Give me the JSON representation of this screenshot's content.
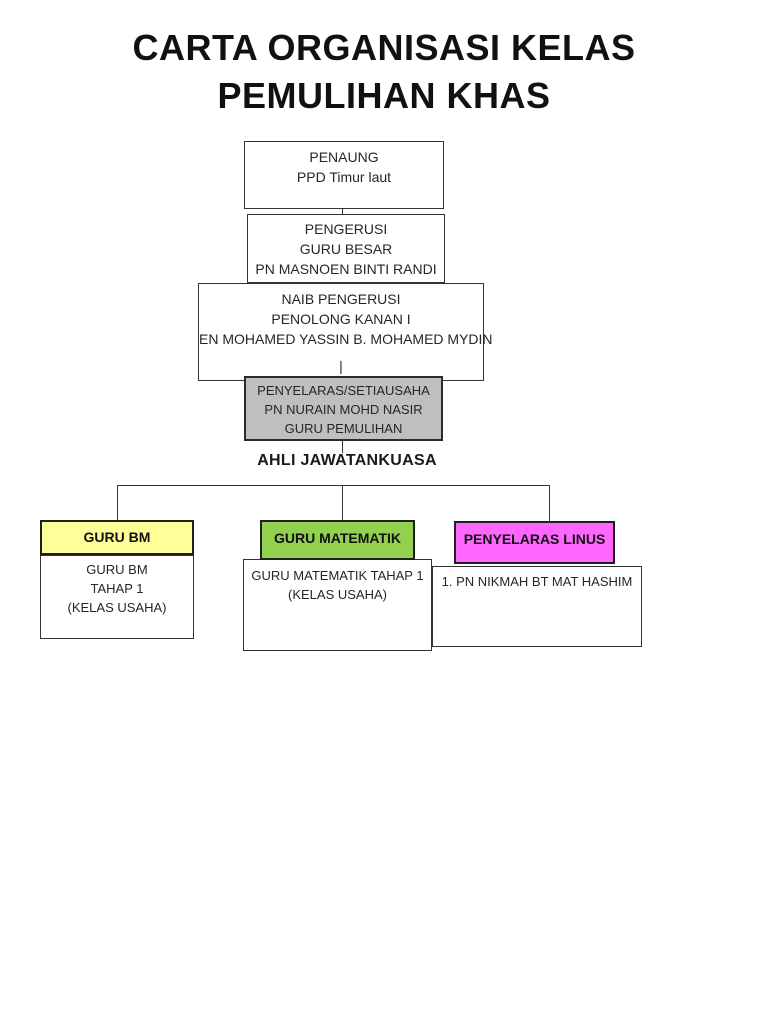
{
  "page": {
    "title_line1": "CARTA ORGANISASI KELAS",
    "title_line2": "PEMULIHAN KHAS"
  },
  "org_chart": {
    "penaung": {
      "line1": "PENAUNG",
      "line2": "PPD Timur laut"
    },
    "pengerusi": {
      "line1": "PENGERUSI",
      "line2": "GURU BESAR",
      "line3": "PN MASNOEN BINTI RANDI"
    },
    "naib_pengerusi": {
      "line1": "NAIB PENGERUSI",
      "line2": "PENOLONG KANAN I",
      "line3": "EN MOHAMED YASSIN B. MOHAMED MYDIN",
      "line4": "|"
    },
    "penyelaras_setiausaha": {
      "line1": "PENYELARAS/SETIAUSAHA",
      "line2": "PN NURAIN MOHD NASIR",
      "line3": "GURU PEMULIHAN",
      "fill_color": "#BFBFBF"
    },
    "committee_heading": "AHLI JAWATANKUASA",
    "columns": [
      {
        "header": "GURU BM",
        "header_fill": "#FFFF99",
        "body_line1": "GURU BM",
        "body_line2": "TAHAP 1",
        "body_line3": "(KELAS USAHA)"
      },
      {
        "header": "GURU MATEMATIK",
        "header_fill": "#92D050",
        "body_line1": "GURU MATEMATIK TAHAP 1",
        "body_line2": "(KELAS USAHA)"
      },
      {
        "header": "PENYELARAS LINUS",
        "header_fill": "#FF66FF",
        "body_line1": "1. PN NIKMAH BT MAT HASHIM"
      }
    ]
  },
  "colors": {
    "background": "#FFFFFF",
    "box_border": "#333333",
    "gray_box_fill": "#BFBFBF",
    "yellow_fill": "#FFFF99",
    "green_fill": "#92D050",
    "magenta_fill": "#FF66FF",
    "text": "#262626"
  }
}
